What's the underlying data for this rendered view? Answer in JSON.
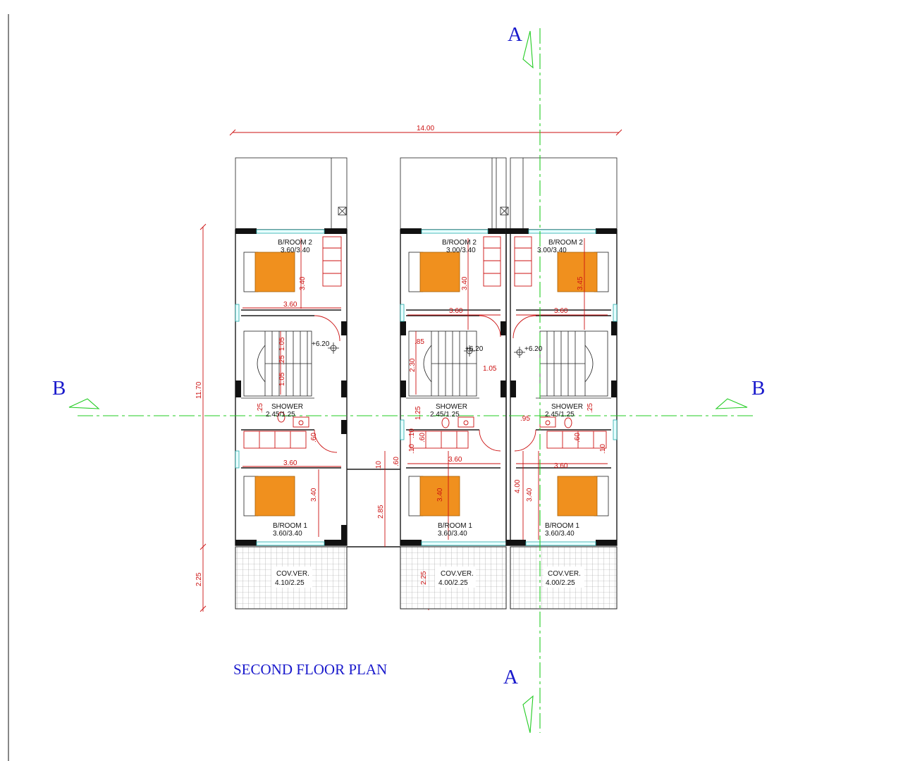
{
  "drawing": {
    "title": "SECOND FLOOR PLAN",
    "section_labels": [
      "A",
      "A",
      "B",
      "B"
    ],
    "overall_width": "14.00",
    "overall_depth": "11.70",
    "covered_depth": "2.25",
    "corridor_dims": [
      "2.85",
      ".10",
      ".60"
    ],
    "level_mark": "+6.20"
  },
  "units": [
    {
      "bedroom2": {
        "name": "B/ROOM 2",
        "size": "3.60/3.40"
      },
      "bedroom1": {
        "name": "B/ROOM 1",
        "size": "3.60/3.40"
      },
      "shower": {
        "name": "SHOWER",
        "size": "2.45/1.25"
      },
      "veranda": {
        "name": "COV.VER.",
        "size": "4.10/2.25"
      },
      "dims": {
        "b2_w": "3.60",
        "b2_d": "3.40",
        "b1_w": "3.60",
        "b1_d": "3.40",
        "stair_a": "1.05",
        "stair_b": ".25",
        "stair_c": "1.05",
        "sh": ".25",
        "pass": ".60"
      }
    },
    {
      "bedroom2": {
        "name": "B/ROOM 2",
        "size": "3.00/3.40"
      },
      "bedroom1": {
        "name": "B/ROOM 1",
        "size": "3.60/3.40"
      },
      "shower": {
        "name": "SHOWER",
        "size": "2.45/1.25"
      },
      "veranda": {
        "name": "COV.VER.",
        "size": "4.00/2.25"
      },
      "dims": {
        "b2_w": "3.60",
        "b2_d": "3.40",
        "b1_w": "3.60",
        "b1_d": "3.40",
        "stair_a": ".85",
        "stair_b": "2.30",
        "stair_c": "1.05",
        "sh": "1.25",
        "pass": ".60",
        "x1": ".10",
        "x2": ".10",
        "ver": "2.25"
      }
    },
    {
      "bedroom2": {
        "name": "B/ROOM 2",
        "size": "3.00/3.40"
      },
      "bedroom1": {
        "name": "B/ROOM 1",
        "size": "3.60/3.40"
      },
      "shower": {
        "name": "SHOWER",
        "size": "2.45/1.25"
      },
      "veranda": {
        "name": "COV.VER.",
        "size": "4.00/2.25"
      },
      "dims": {
        "b2_w": "3.60",
        "b2_d": "3.45",
        "b1_w": "3.60",
        "b1_d": "3.40",
        "b1_side": "4.00",
        "sh": ".25",
        "pass": ".60",
        "x1": ".95",
        "x2": ".10"
      }
    }
  ],
  "colors": {
    "wall": "#1a1a1a",
    "dimension": "#cc1111",
    "section_line": "#22cc22",
    "label": "#1a1acc",
    "furniture": "#f0901e",
    "window": "#22aaaa"
  }
}
